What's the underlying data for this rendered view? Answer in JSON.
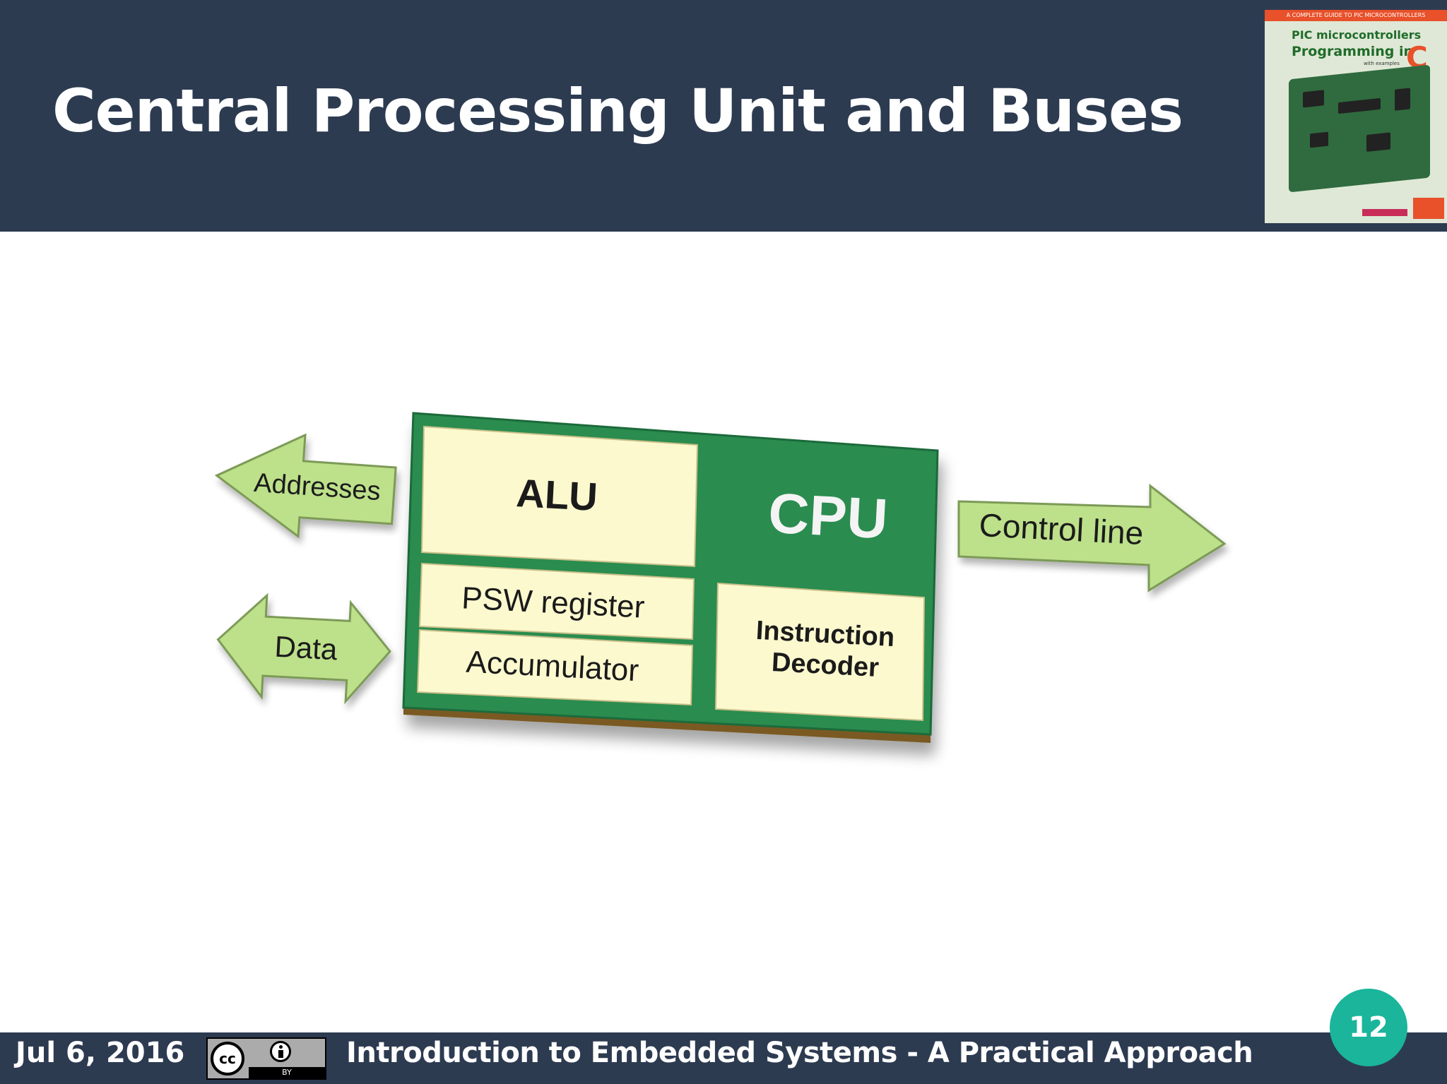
{
  "slide": {
    "title": "Central Processing Unit and Buses",
    "page_number": "12"
  },
  "book_cover": {
    "top_band": "A COMPLETE GUIDE TO PIC MICROCONTROLLERS",
    "line1": "PIC microcontrollers",
    "line2": "Programming in",
    "big_letter": "C",
    "line3": "with examples"
  },
  "diagram": {
    "cpu_label": "CPU",
    "alu_label": "ALU",
    "psw_label": "PSW register",
    "accumulator_label": "Accumulator",
    "decoder_line1": "Instruction",
    "decoder_line2": "Decoder",
    "addresses_label": "Addresses",
    "data_label": "Data",
    "control_label": "Control line",
    "colors": {
      "chip_green": "#2b8c4f",
      "block_fill": "#fdf9cf",
      "arrow_fill": "#bde08a",
      "chip_base": "#7a5a22"
    }
  },
  "footer": {
    "date": "Jul 6, 2016",
    "license_cc": "cc",
    "license_by": "BY",
    "course_title": "Introduction to Embedded Systems - A Practical Approach"
  }
}
